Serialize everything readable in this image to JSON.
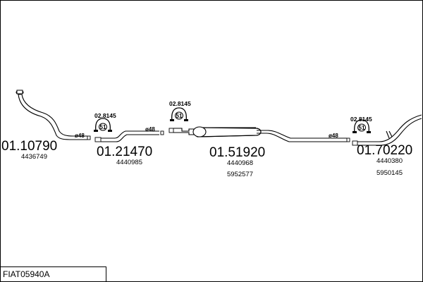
{
  "diagram_code": "FIAT05940A",
  "parts": [
    {
      "part_number": "01.10790",
      "oem": [
        "4436749"
      ]
    },
    {
      "part_number": "01.21470",
      "oem": [
        "4440985"
      ]
    },
    {
      "part_number": "01.51920",
      "oem": [
        "4440968",
        "5952577"
      ]
    },
    {
      "part_number": "01.70220",
      "oem": [
        "4440380",
        "5950145"
      ]
    }
  ],
  "clamps": [
    {
      "code": "02.8145",
      "symbol": "51"
    },
    {
      "code": "02.8145",
      "symbol": "51"
    },
    {
      "code": "02.8145",
      "symbol": "51"
    }
  ],
  "diameters": [
    "ø48",
    "ø48",
    "ø48"
  ]
}
